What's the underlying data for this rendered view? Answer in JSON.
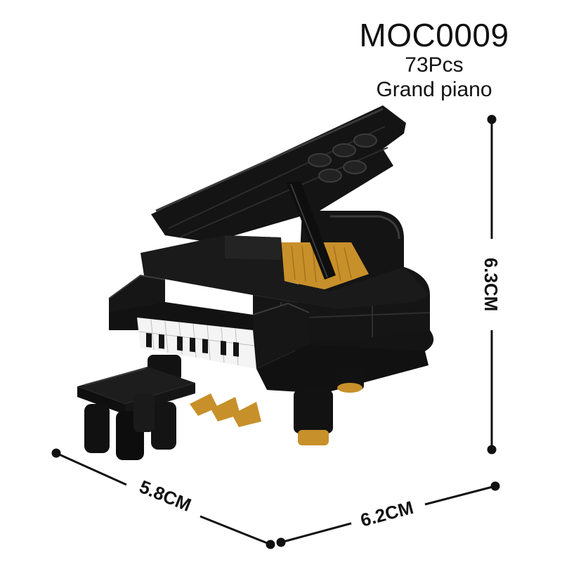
{
  "product": {
    "code": "MOC0009",
    "piece_count": "73Pcs",
    "name": "Grand piano"
  },
  "dimensions": {
    "height": "6.3CM",
    "depth": "5.8CM",
    "width": "6.2CM"
  },
  "colors": {
    "brick_black": "#141414",
    "brick_highlight": "#3a3a3a",
    "gold": "#c8902a",
    "keys_white": "#f4f4f4",
    "line": "#111111"
  }
}
